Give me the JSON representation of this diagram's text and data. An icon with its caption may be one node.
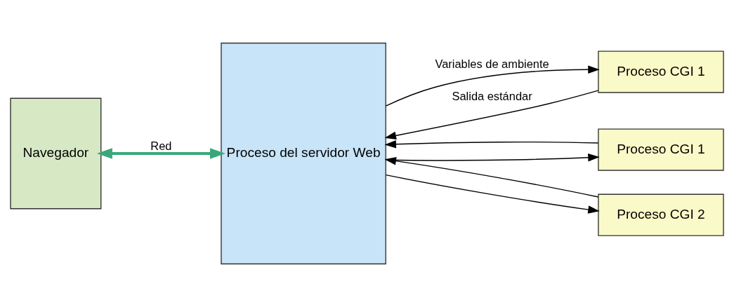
{
  "diagram": {
    "nodes": [
      {
        "text": [
          "Navegador"
        ]
      },
      {
        "text": [
          "Proceso del servidor Web"
        ]
      },
      {
        "text": [
          "Proceso CGI 1"
        ]
      },
      {
        "text": [
          "Proceso CGI 1"
        ]
      },
      {
        "text": [
          "Proceso CGI 2"
        ]
      }
    ],
    "edges": [
      {
        "from": 0,
        "to": 1,
        "arrow": "both",
        "label": "Red",
        "style": "thick",
        "color": "#3aa87a"
      },
      {
        "from": 1,
        "to": 2,
        "arrow": "to",
        "label": "Variables de ambiente"
      },
      {
        "from": 2,
        "to": 1,
        "arrow": "to",
        "label": "Salida estándar"
      },
      {
        "from": 1,
        "to": 3,
        "arrow": "to"
      },
      {
        "from": 3,
        "to": 1,
        "arrow": "to"
      },
      {
        "from": 1,
        "to": 4,
        "arrow": "to"
      },
      {
        "from": 4,
        "to": 1,
        "arrow": "to"
      }
    ]
  }
}
